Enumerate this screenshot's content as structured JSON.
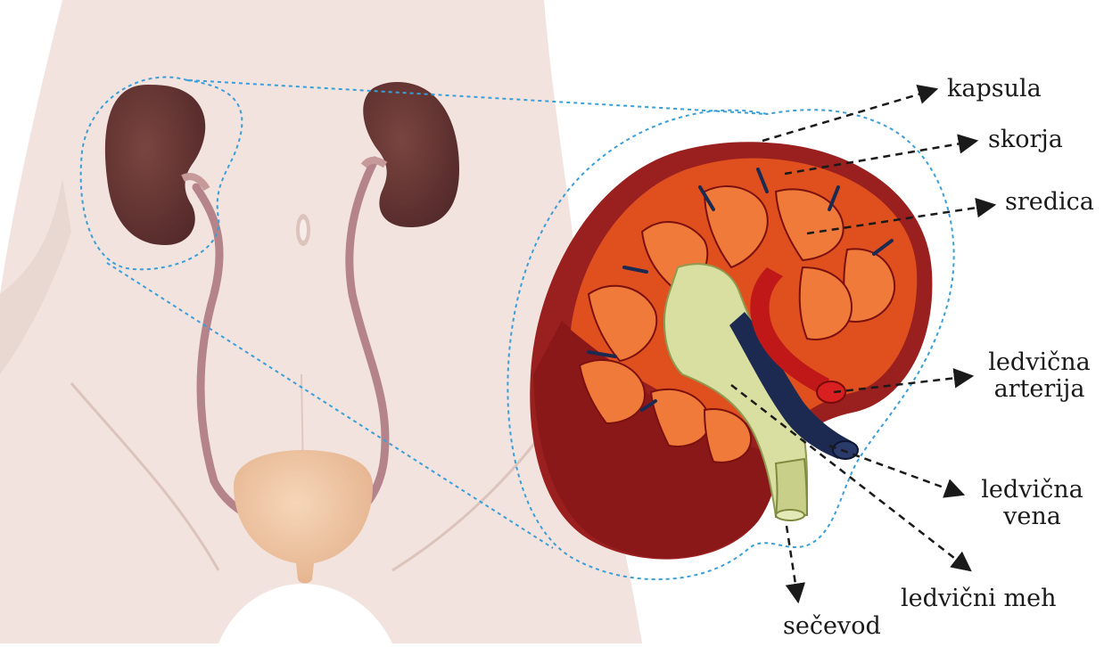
{
  "labels": {
    "kapsula": "kapsula",
    "skorja": "skorja",
    "sredica": "sredica",
    "arterija_line1": "ledvična",
    "arterija_line2": "arterija",
    "vena_line1": "ledvična",
    "vena_line2": "vena",
    "meh": "ledvični meh",
    "secevod": "sečevod"
  },
  "colors": {
    "skin": "#f2e3df",
    "skin_shadow": "#e2c9c3",
    "kidney_dark": "#6b3a35",
    "ureter": "#b5838a",
    "bladder": "#f0c8a4",
    "dotted_outline": "#3a9fd8",
    "capsule": "#8e1c1c",
    "cortex": "#e0501e",
    "medulla": "#f07a3a",
    "pelvis": "#d9dfa0",
    "artery": "#c01818",
    "vein": "#1c2a52",
    "arrow": "#1a1a1a"
  }
}
